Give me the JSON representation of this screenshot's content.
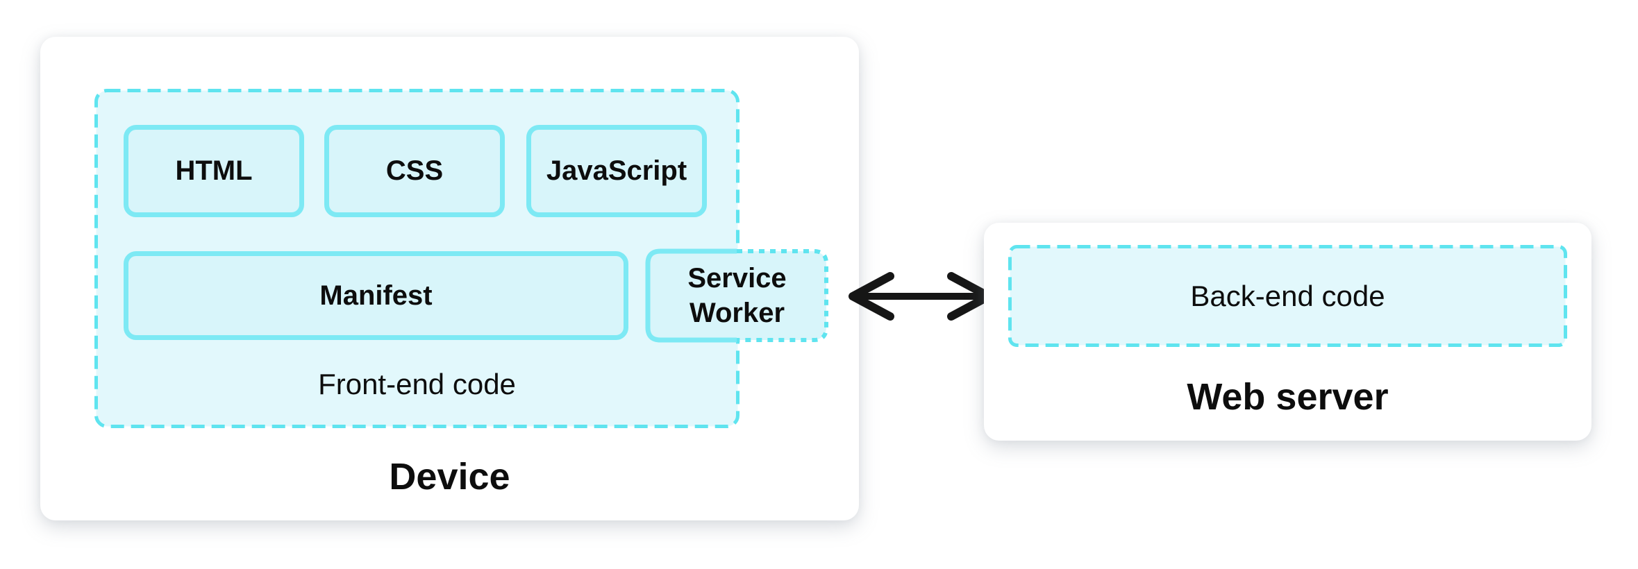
{
  "device": {
    "label": "Device",
    "frontend": {
      "label": "Front-end code",
      "top_boxes": [
        "HTML",
        "CSS",
        "JavaScript"
      ],
      "manifest": "Manifest",
      "service_worker": "Service Worker"
    }
  },
  "connection": {
    "type": "double-headed-arrow"
  },
  "web_server": {
    "label": "Web server",
    "backend": "Back-end code"
  },
  "colors": {
    "solid_border": "#7de9f4",
    "dashed_border": "#5fe4ef",
    "box_fill": "#d8f5fa",
    "container_fill": "#e2f8fc",
    "arrow": "#161616",
    "text": "#0d0d0d"
  }
}
